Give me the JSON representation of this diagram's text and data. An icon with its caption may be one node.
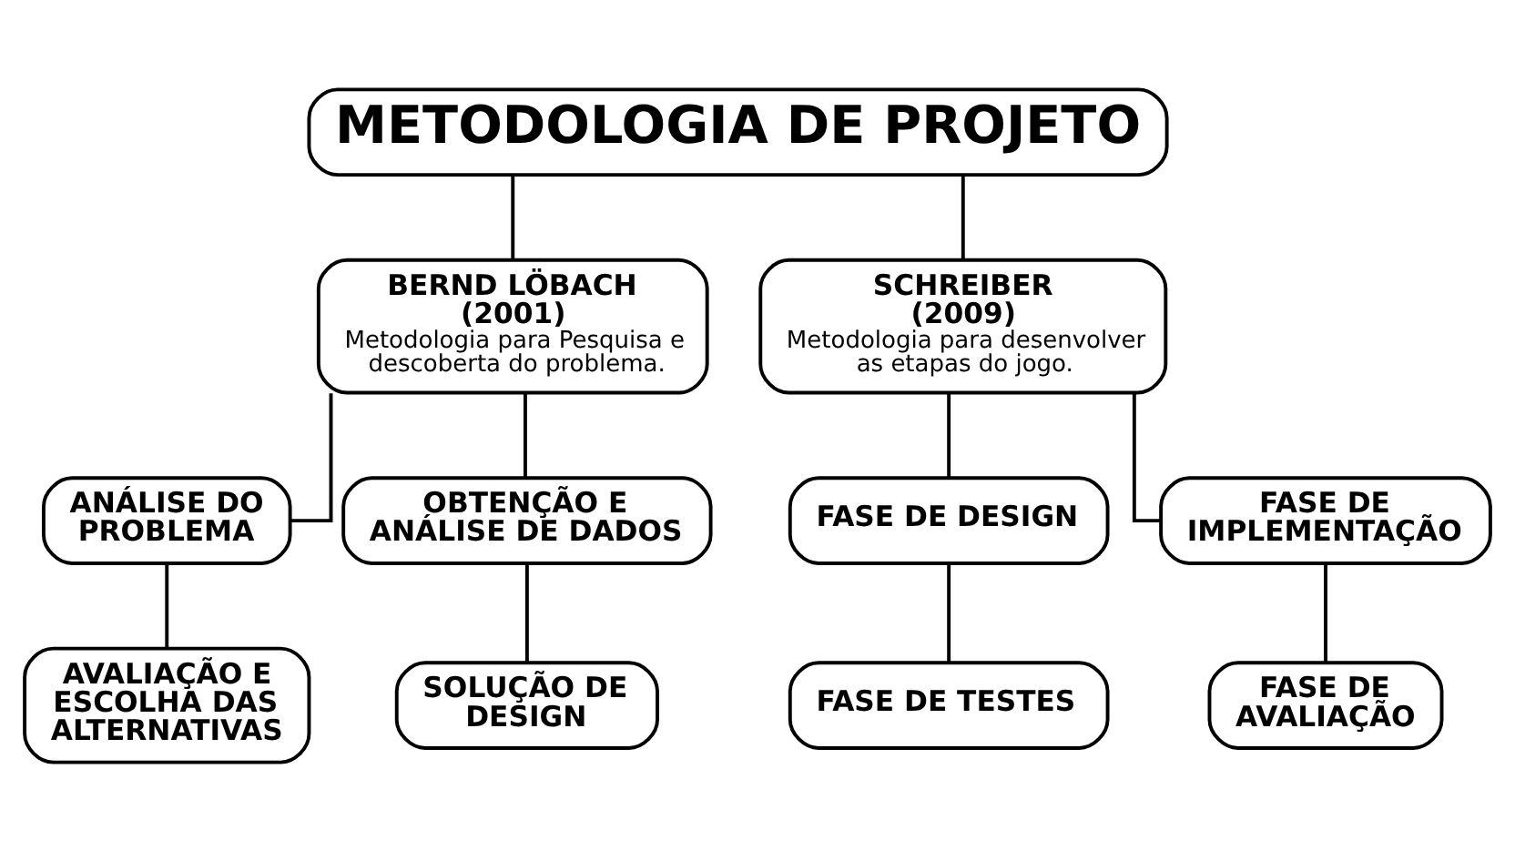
{
  "diagram": {
    "nodes": [
      {
        "text": [
          "METODOLOGIA DE PROJETO"
        ]
      },
      {
        "text": [
          "BERND LÖBACH (2001)",
          "Metodologia para Pesquisa e descoberta do problema."
        ]
      },
      {
        "text": [
          "SCHREIBER (2009)",
          "Metodologia para desenvolver as etapas do jogo."
        ]
      },
      {
        "text": [
          "ANÁLISE DO PROBLEMA"
        ]
      },
      {
        "text": [
          "OBTENÇÃO E ANÁLISE DE DADOS"
        ]
      },
      {
        "text": [
          "AVALIAÇÃO E ESCOLHA DAS ALTERNATIVAS"
        ]
      },
      {
        "text": [
          "SOLUÇÃO DE DESIGN"
        ]
      },
      {
        "text": [
          "FASE DE DESIGN"
        ]
      },
      {
        "text": [
          "FASE DE IMPLEMENTAÇÃO"
        ]
      },
      {
        "text": [
          "FASE DE TESTES"
        ]
      },
      {
        "text": [
          "FASE DE AVALIAÇÃO"
        ]
      }
    ],
    "edges": [
      {
        "from": 0,
        "to": 1,
        "arrow": "none"
      },
      {
        "from": 0,
        "to": 2,
        "arrow": "none"
      },
      {
        "from": 1,
        "to": 3,
        "arrow": "none"
      },
      {
        "from": 1,
        "to": 4,
        "arrow": "none"
      },
      {
        "from": 3,
        "to": 5,
        "arrow": "none"
      },
      {
        "from": 4,
        "to": 6,
        "arrow": "none"
      },
      {
        "from": 2,
        "to": 7,
        "arrow": "none"
      },
      {
        "from": 2,
        "to": 8,
        "arrow": "none"
      },
      {
        "from": 7,
        "to": 9,
        "arrow": "none"
      },
      {
        "from": 8,
        "to": 10,
        "arrow": "none"
      }
    ]
  }
}
